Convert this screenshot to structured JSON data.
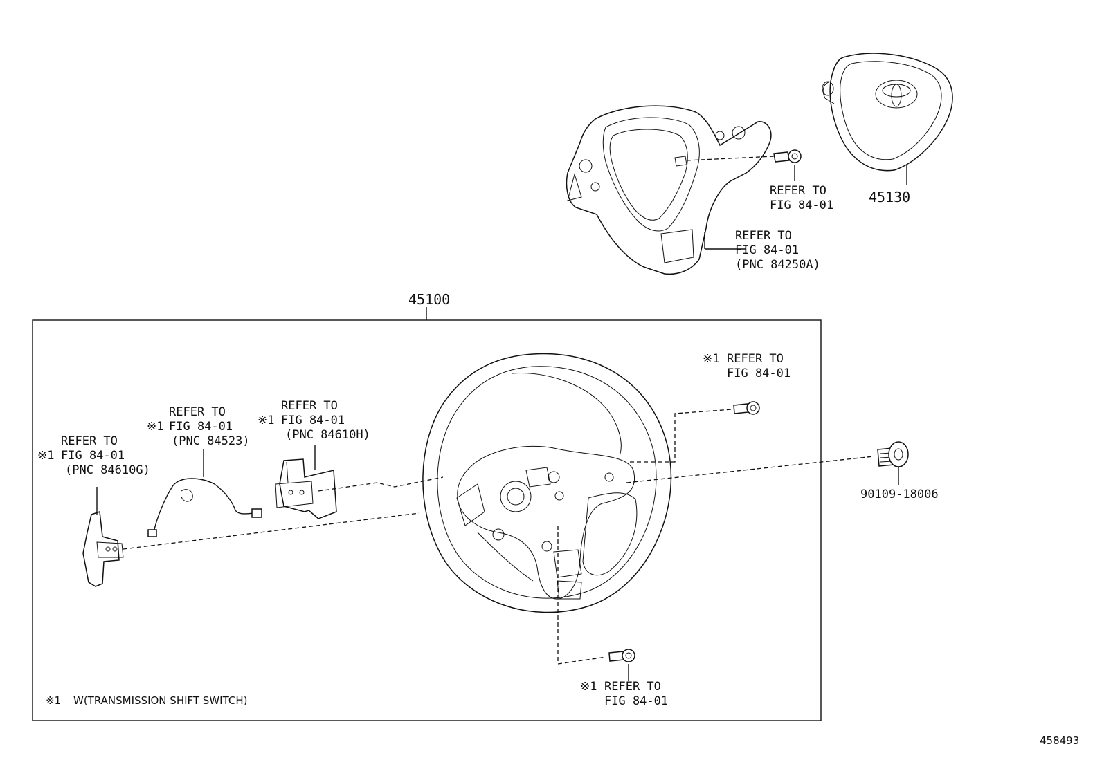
{
  "diagram": {
    "assembly_number": "45100",
    "airbag_part_number": "45130",
    "screw_part_number": "90109-18006",
    "drawing_id": "458493",
    "note_mark": "※1",
    "note_text": "W(TRANSMISSION SHIFT SWITCH)"
  },
  "refs": {
    "refer_to": "REFER TO",
    "fig": "FIG 84-01",
    "pnc_84250a": "(PNC 84250A)",
    "pnc_84523": "(PNC 84523)",
    "pnc_84610h": "(PNC 84610H)",
    "pnc_84610g": "(PNC 84610G)"
  }
}
